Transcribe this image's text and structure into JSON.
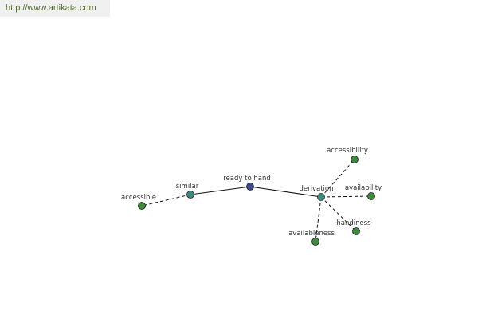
{
  "watermark": {
    "text": "http://www.artikata.com",
    "color": "#556b2f"
  },
  "graph": {
    "colors": {
      "root_node": "#3c4a8a",
      "mid_node": "#3f8a7f",
      "leaf_node": "#3e8a3e",
      "edge": "#111111",
      "node_stroke": "#222222"
    },
    "nodes": [
      {
        "id": "ready",
        "label": "ready to hand",
        "kind": "root"
      },
      {
        "id": "similar",
        "label": "similar",
        "kind": "mid"
      },
      {
        "id": "derivation",
        "label": "derivation",
        "kind": "mid"
      },
      {
        "id": "accessible",
        "label": "accessible",
        "kind": "leaf"
      },
      {
        "id": "accessibility",
        "label": "accessibility",
        "kind": "leaf"
      },
      {
        "id": "availability",
        "label": "availability",
        "kind": "leaf"
      },
      {
        "id": "handiness",
        "label": "handiness",
        "kind": "leaf"
      },
      {
        "id": "availableness",
        "label": "availableness",
        "kind": "leaf"
      }
    ],
    "edges": [
      {
        "from": "ready",
        "to": "similar",
        "style": "solid"
      },
      {
        "from": "ready",
        "to": "derivation",
        "style": "solid"
      },
      {
        "from": "similar",
        "to": "accessible",
        "style": "dashed"
      },
      {
        "from": "derivation",
        "to": "accessibility",
        "style": "dashed"
      },
      {
        "from": "derivation",
        "to": "availability",
        "style": "dashed"
      },
      {
        "from": "derivation",
        "to": "handiness",
        "style": "dashed"
      },
      {
        "from": "derivation",
        "to": "availableness",
        "style": "dashed"
      }
    ]
  }
}
